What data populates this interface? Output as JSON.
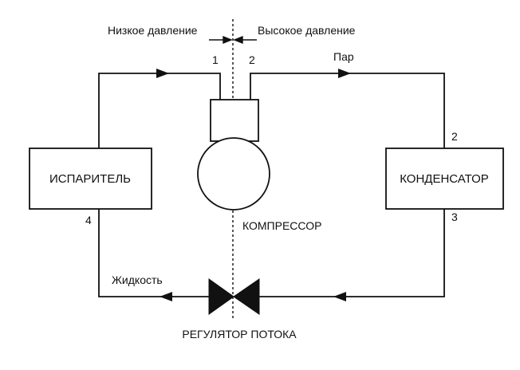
{
  "labels": {
    "low_pressure": "Низкое давление",
    "high_pressure": "Высокое давление",
    "vapor": "Пар",
    "liquid": "Жидкость",
    "compressor": "КОМПРЕССОР",
    "flow_regulator": "РЕГУЛЯТОР ПОТОКА"
  },
  "boxes": {
    "evaporator": "ИСПАРИТЕЛЬ",
    "condenser": "КОНДЕНСАТОР"
  },
  "points": {
    "p1": "1",
    "p2_top": "2",
    "p2_right": "2",
    "p3": "3",
    "p4": "4"
  },
  "colors": {
    "line": "#111111",
    "background": "#ffffff"
  }
}
